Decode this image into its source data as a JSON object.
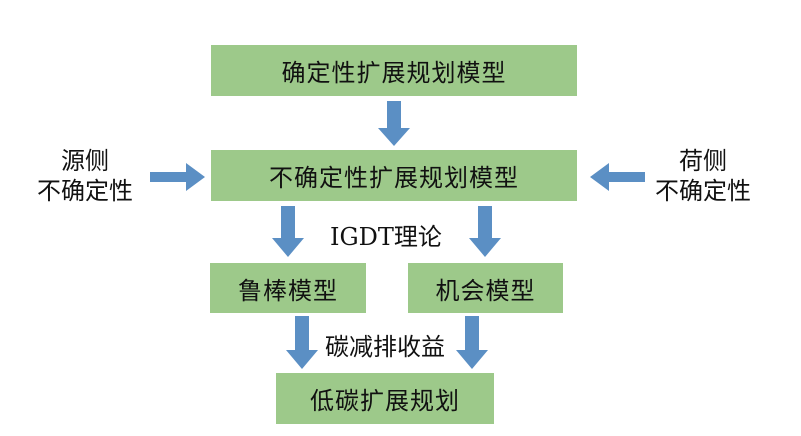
{
  "boxes": {
    "deterministic": "确定性扩展规划模型",
    "uncertain": "不确定性扩展规划模型",
    "robust": "鲁棒模型",
    "opportunity": "机会模型",
    "low_carbon": "低碳扩展规划"
  },
  "labels": {
    "igdt": "IGDT理论",
    "carbon": "碳减排收益"
  },
  "sides": {
    "source_line1": "源侧",
    "source_line2": "不确定性",
    "load_line1": "荷侧",
    "load_line2": "不确定性"
  },
  "colors": {
    "box_fill": "#9dc98a",
    "arrow": "#5b8fc4"
  }
}
